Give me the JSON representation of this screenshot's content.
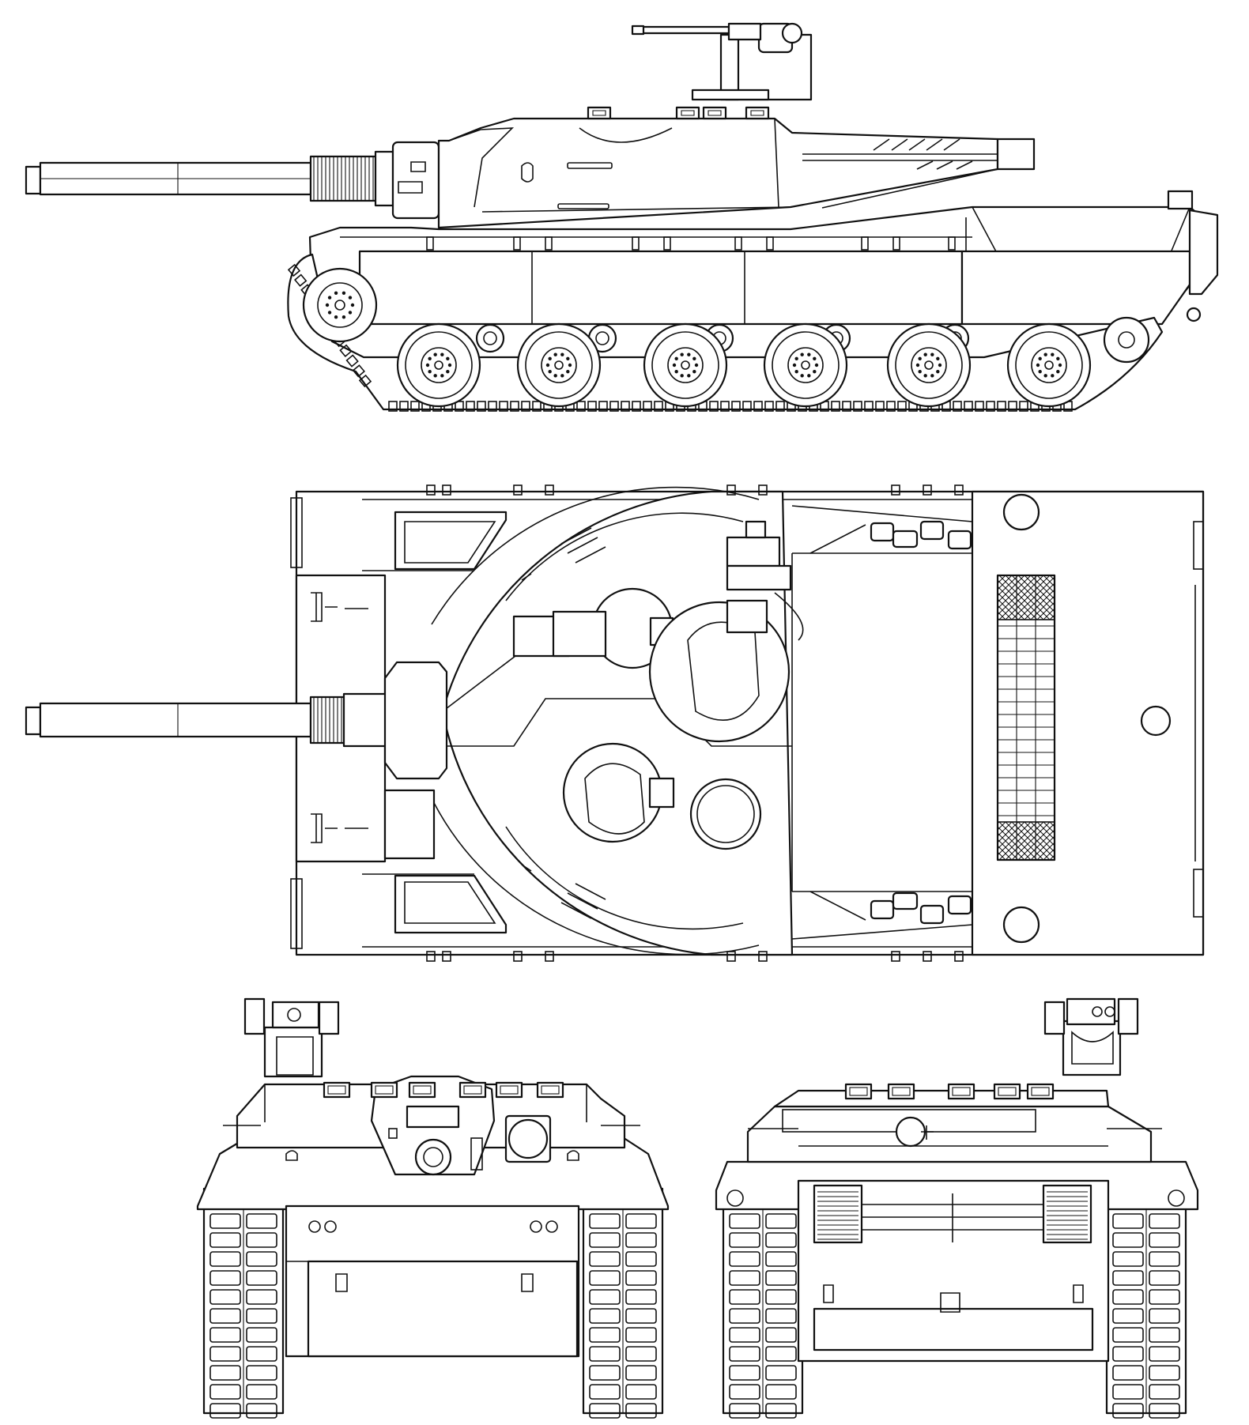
{
  "drawing": {
    "subject": "tank-general-arrangement",
    "views": [
      {
        "id": "side",
        "icon": "tank-side-view-icon"
      },
      {
        "id": "top",
        "icon": "tank-top-view-icon"
      },
      {
        "id": "front",
        "icon": "tank-front-view-icon"
      },
      {
        "id": "rear",
        "icon": "tank-rear-view-icon"
      }
    ],
    "line_color": "#111111",
    "background": "#ffffff",
    "hatch_color": "#111111"
  },
  "side_view": {
    "road_wheels": 6,
    "return_rollers": 5,
    "show_track": true
  },
  "top_view": {
    "hatches": 3,
    "engine_deck_grille": true
  }
}
